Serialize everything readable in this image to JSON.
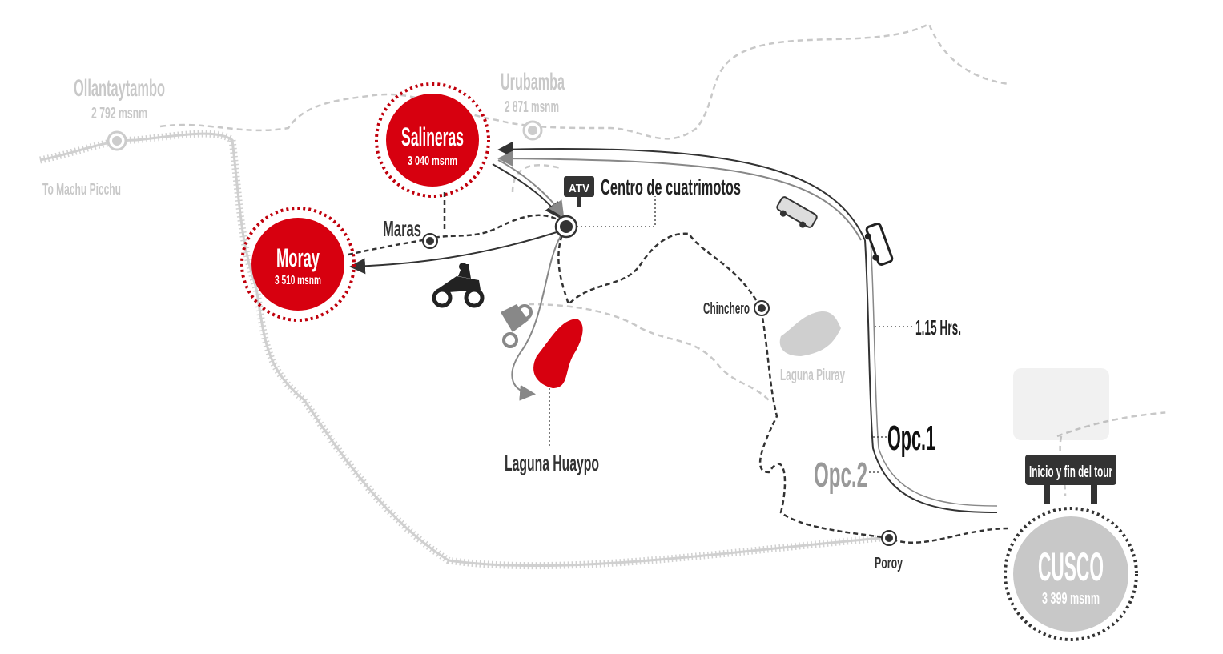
{
  "places": {
    "ollantaytambo": {
      "name": "Ollantaytambo",
      "altitude": "2 792 msnm"
    },
    "urubamba": {
      "name": "Urubamba",
      "altitude": "2 871 msnm"
    },
    "machu_picchu": {
      "name": "To Machu Picchu"
    },
    "salineras": {
      "name": "Salineras",
      "altitude": "3 040 msnm"
    },
    "moray": {
      "name": "Moray",
      "altitude": "3 510 msnm"
    },
    "maras": {
      "name": "Maras"
    },
    "atv_center": {
      "badge": "ATV",
      "name": "Centro de cuatrimotos"
    },
    "laguna_huaypo": {
      "name": "Laguna Huaypo"
    },
    "chinchero": {
      "name": "Chinchero"
    },
    "laguna_piuray": {
      "name": "Laguna Piuray"
    },
    "poroy": {
      "name": "Poroy"
    },
    "cusco": {
      "name": "CUSCO",
      "altitude": "3 399 msnm"
    }
  },
  "routes": {
    "duration": "1.15 Hrs.",
    "option1": "Opc.1",
    "option2": "Opc.2"
  },
  "sign": {
    "label": "Inicio y fin del tour"
  },
  "colors": {
    "accent": "#d7000f",
    "dark": "#333333",
    "muted": "#c8c8c8"
  }
}
